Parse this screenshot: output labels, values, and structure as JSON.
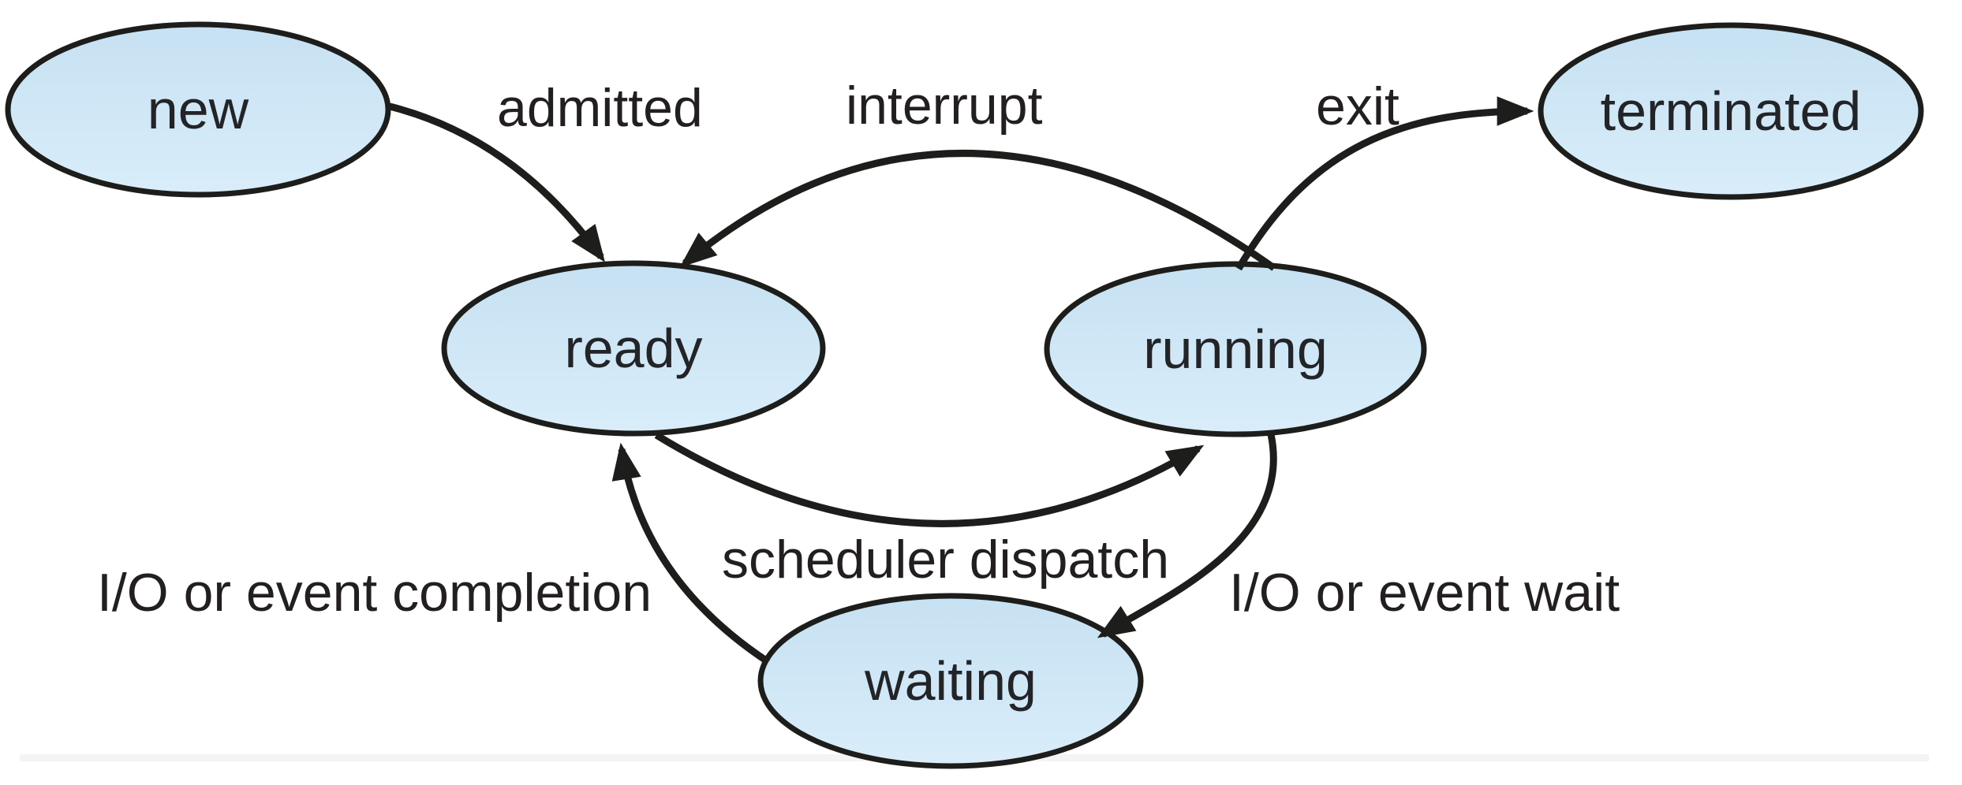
{
  "diagram": {
    "type": "state-diagram",
    "background": "#ffffff",
    "colors": {
      "state_fill_top": "#c6e1f2",
      "state_fill_bottom": "#d9edfa",
      "state_outline": "#1d1d1b",
      "arrow": "#1d1d1b",
      "label_text": "#231f20"
    },
    "states": [
      {
        "id": "new",
        "label": "new"
      },
      {
        "id": "ready",
        "label": "ready"
      },
      {
        "id": "running",
        "label": "running"
      },
      {
        "id": "waiting",
        "label": "waiting"
      },
      {
        "id": "terminated",
        "label": "terminated"
      }
    ],
    "transitions": [
      {
        "id": "admitted",
        "label": "admitted",
        "from": "new",
        "to": "ready"
      },
      {
        "id": "interrupt",
        "label": "interrupt",
        "from": "running",
        "to": "ready"
      },
      {
        "id": "exit",
        "label": "exit",
        "from": "running",
        "to": "terminated"
      },
      {
        "id": "scheduler-dispatch",
        "label": "scheduler dispatch",
        "from": "ready",
        "to": "running"
      },
      {
        "id": "io-or-event-wait",
        "label": "I/O or event wait",
        "from": "running",
        "to": "waiting"
      },
      {
        "id": "io-or-event-completion",
        "label": "I/O or event completion",
        "from": "waiting",
        "to": "ready"
      }
    ]
  }
}
